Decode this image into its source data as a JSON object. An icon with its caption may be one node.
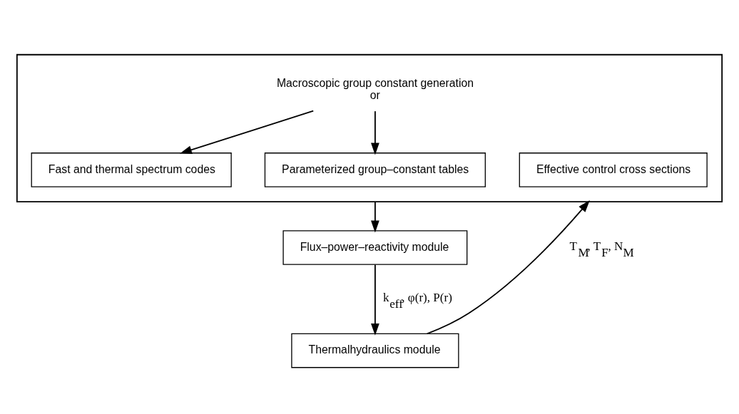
{
  "diagram": {
    "nodes": [
      {
        "text": [],
        "shape": "box"
      },
      {
        "text": [
          "Macroscopic group constant generation",
          "or"
        ],
        "in": 0
      },
      {
        "text": [
          "Fast and thermal spectrum codes"
        ],
        "in": 0
      },
      {
        "text": [
          "Parameterized group–constant tables"
        ],
        "in": 0
      },
      {
        "text": [
          "Effective control cross sections"
        ],
        "in": 0
      },
      {
        "text": [
          "Flux–power–reactivity module"
        ]
      },
      {
        "text": [
          "Thermalhydraulics module"
        ]
      }
    ],
    "edges": [
      {
        "from": 1,
        "to": 2,
        "arrow": "to"
      },
      {
        "from": 1,
        "to": 3,
        "arrow": "to"
      },
      {
        "from": 0,
        "to": 5,
        "arrow": "to"
      },
      {
        "from": 5,
        "to": 6,
        "arrow": "to",
        "label": "k$_{eff}$, φ(r), P(r)"
      },
      {
        "from": 6,
        "to": 0,
        "arrow": "to",
        "label": "T$_{M}$, T$_{F}$, N$_{M}$"
      }
    ]
  }
}
